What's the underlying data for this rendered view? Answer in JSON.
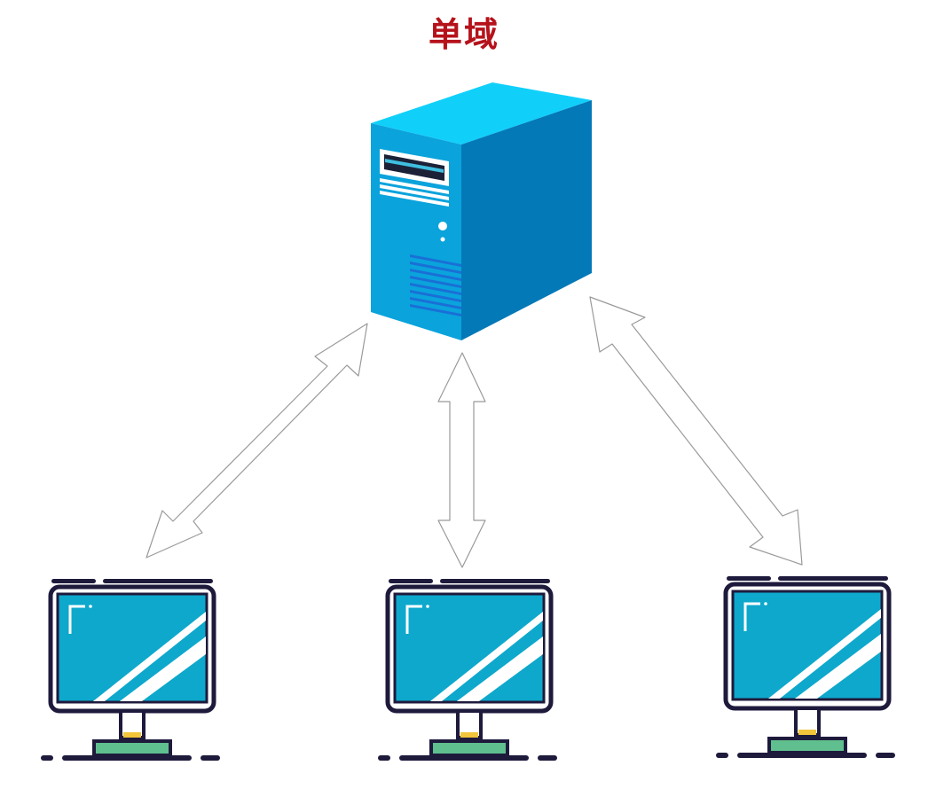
{
  "title": "单域",
  "colors": {
    "title": "#b5121b",
    "server_front": "#0aa3dc",
    "server_side": "#0479b8",
    "server_top": "#10d0fa",
    "monitor_screen": "#0ea8cc",
    "monitor_outline": "#1e1a3c",
    "stand_base": "#5fbf8e",
    "stand_accent": "#f2c53a",
    "arrow_stroke": "#9a9a9a"
  },
  "nodes": {
    "server": {
      "icon": "server-tower-icon"
    },
    "clients": [
      {
        "icon": "monitor-icon"
      },
      {
        "icon": "monitor-icon"
      },
      {
        "icon": "monitor-icon"
      }
    ]
  },
  "connections": [
    {
      "from": "server",
      "to": "client-1",
      "direction": "bidirectional"
    },
    {
      "from": "server",
      "to": "client-2",
      "direction": "bidirectional"
    },
    {
      "from": "server",
      "to": "client-3",
      "direction": "bidirectional"
    }
  ]
}
